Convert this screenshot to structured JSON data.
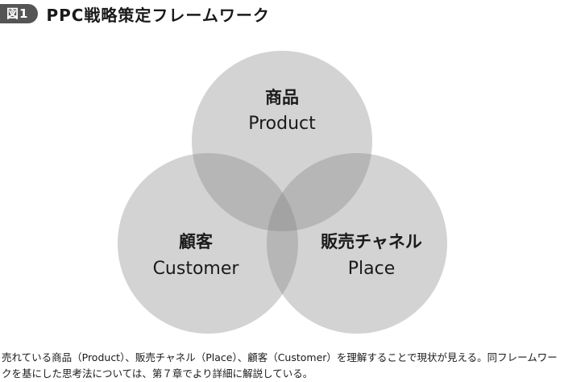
{
  "figure": {
    "badge": "図1",
    "title": "PPC戦略策定フレームワーク"
  },
  "venn": {
    "product": {
      "label_jp": "商品",
      "label_en": "Product"
    },
    "customer": {
      "label_jp": "顧客",
      "label_en": "Customer"
    },
    "place": {
      "label_jp": "販売チャネル",
      "label_en": "Place"
    },
    "colors": {
      "circle_fill": "#808080",
      "circle_opacity": "0.35",
      "background": "#ffffff",
      "badge_bg": "#555555"
    }
  },
  "caption": "売れている商品（Product）、販売チャネル（Place）、顧客（Customer）を理解することで現状が見える。同フレームワークを基にした思考法については、第７章でより詳細に解説している。"
}
